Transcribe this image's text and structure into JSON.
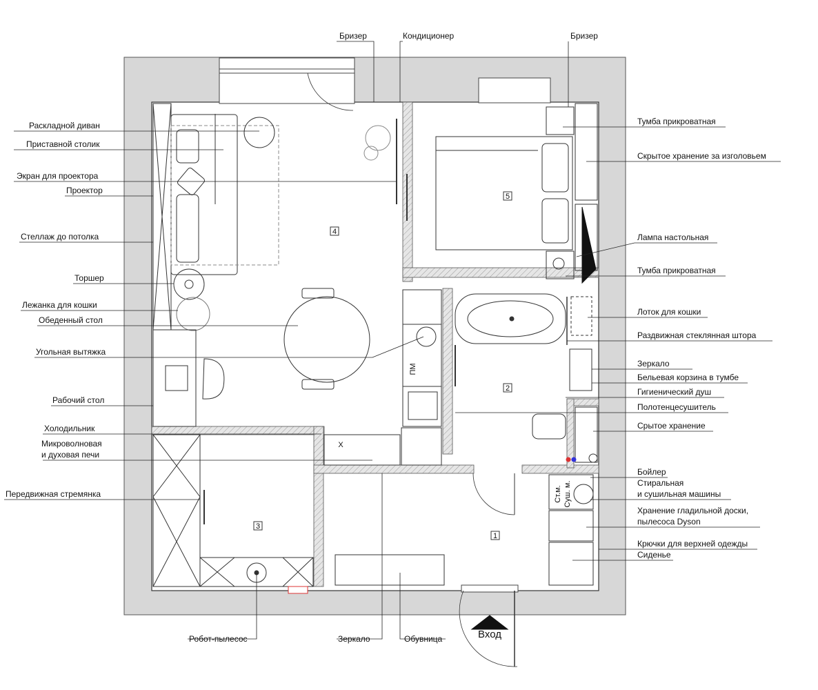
{
  "labels": {
    "top": {
      "breather_left": "Бризер",
      "air_conditioner": "Кондиционер",
      "breather_right": "Бризер"
    },
    "left": {
      "sofa_bed": "Раскладной диван",
      "side_table": "Приставной столик",
      "projector_screen": "Экран для проектора",
      "projector": "Проектор",
      "shelving": "Стеллаж до потолка",
      "floor_lamp": "Торшер",
      "cat_bed": "Лежанка для кошки",
      "dining_table": "Обеденный стол",
      "corner_hood": "Угольная вытяжка",
      "desk": "Рабочий стол",
      "fridge": "Холодильник",
      "ovens_line1": "Микроволновая",
      "ovens_line2": "и духовая печи",
      "ladder": "Передвижная стремянка"
    },
    "right": {
      "nightstand_top": "Тумба прикроватная",
      "headboard_storage": "Скрытое хранение за изголовьем",
      "table_lamp": "Лампа настольная",
      "nightstand_bottom": "Тумба прикроватная",
      "litter_box": "Лоток для кошки",
      "glass_curtain": "Раздвижная стеклянная штора",
      "mirror": "Зеркало",
      "laundry_basket": "Бельевая корзина в тумбе",
      "hygiene_shower": "Гигиенический душ",
      "towel_dryer": "Полотенцесушитель",
      "hidden_storage": "Срытое хранение",
      "boiler": "Бойлер",
      "washer_line1": "Стиральная",
      "washer_line2": "и сушильная машины",
      "ironing_line1": "Хранение гладильной доски,",
      "ironing_line2": "пылесоса Dyson",
      "coat_hooks": "Крючки для верхней одежды",
      "seat": "Сиденье"
    },
    "bottom": {
      "robot_vacuum": "Робот-пылесос",
      "mirror": "Зеркало",
      "shoe_cabinet": "Обувница"
    }
  },
  "rooms": {
    "r1": "1",
    "r2": "2",
    "r3": "3",
    "r4": "4",
    "r5": "5"
  },
  "marks": {
    "pm": "ПМ",
    "x": "Х",
    "st_m": "Ст.м.",
    "sush_m": "Суш. м.",
    "entry": "Вход"
  }
}
